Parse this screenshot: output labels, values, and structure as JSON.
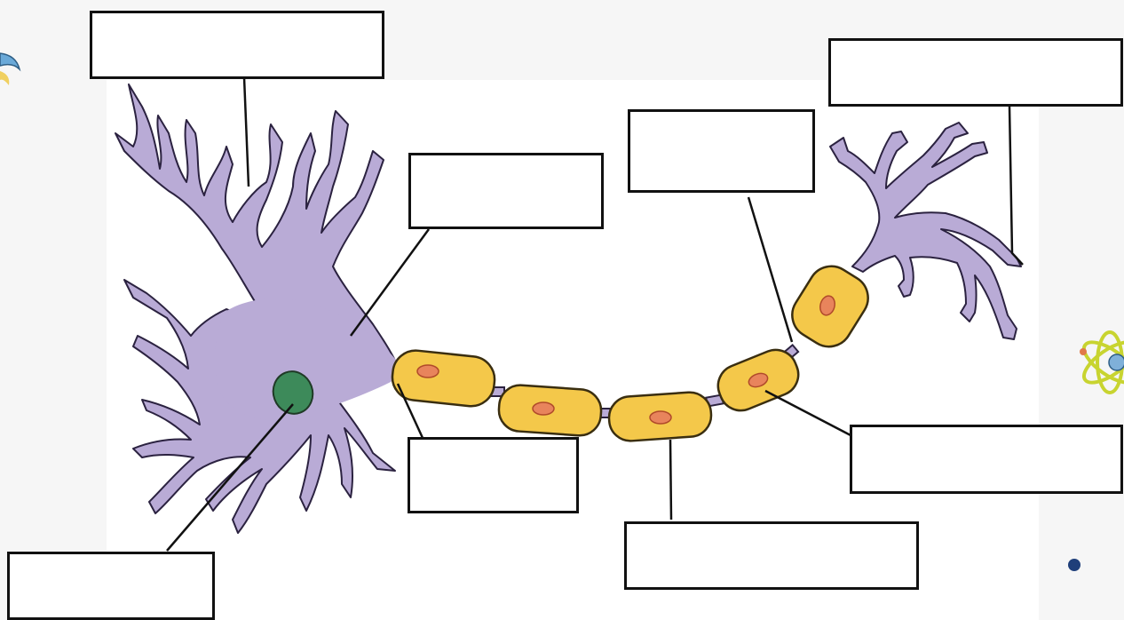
{
  "diagram": {
    "labels": [
      {
        "id": "dendrites",
        "text": ""
      },
      {
        "id": "axon-terminal",
        "text": ""
      },
      {
        "id": "axon-hillock",
        "text": ""
      },
      {
        "id": "node-of-ranvier",
        "text": ""
      },
      {
        "id": "cell-body",
        "text": ""
      },
      {
        "id": "schwann-cell",
        "text": ""
      },
      {
        "id": "axon",
        "text": ""
      },
      {
        "id": "myelin-sheath",
        "text": ""
      },
      {
        "id": "nucleus",
        "text": ""
      }
    ],
    "colors": {
      "neuron": "#b9abd6",
      "neuron_outline": "#2b2240",
      "nucleus": "#3d8a5a",
      "myelin": "#f4c84a",
      "myelin_outline": "#3a2e10",
      "schwann_nucleus": "#e8845c",
      "background": "#f6f6f6",
      "line": "#111111"
    },
    "decorations": [
      "atom-icon",
      "dot-icon",
      "partial-icon"
    ]
  }
}
